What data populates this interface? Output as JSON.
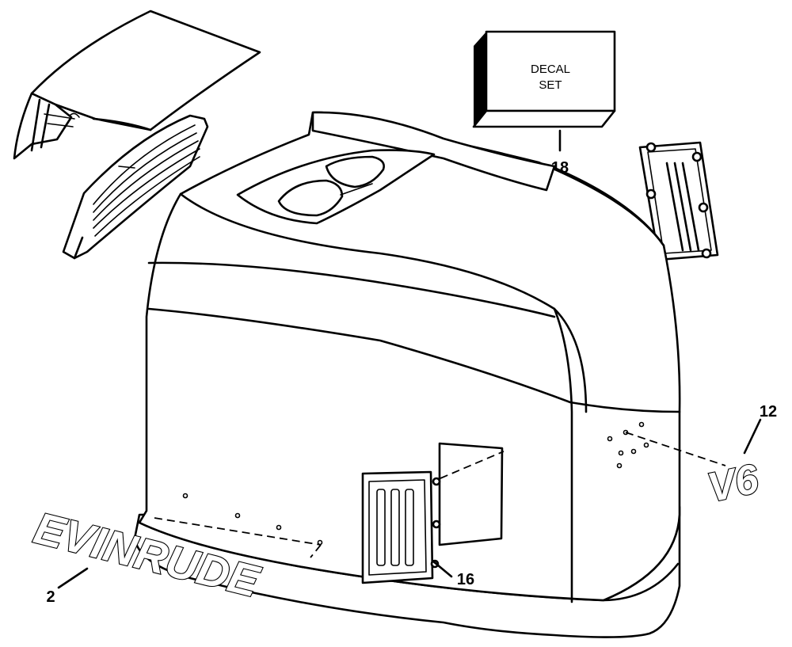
{
  "callouts": {
    "c2": "2",
    "c12": "12",
    "c16": "16",
    "c18": "18"
  },
  "decal_box": {
    "line1": "DECAL",
    "line2": "SET"
  },
  "logos": {
    "evinrude": "EVINRUDE",
    "v6": "V6"
  },
  "colors": {
    "ink": "#000000",
    "paper": "#ffffff"
  }
}
